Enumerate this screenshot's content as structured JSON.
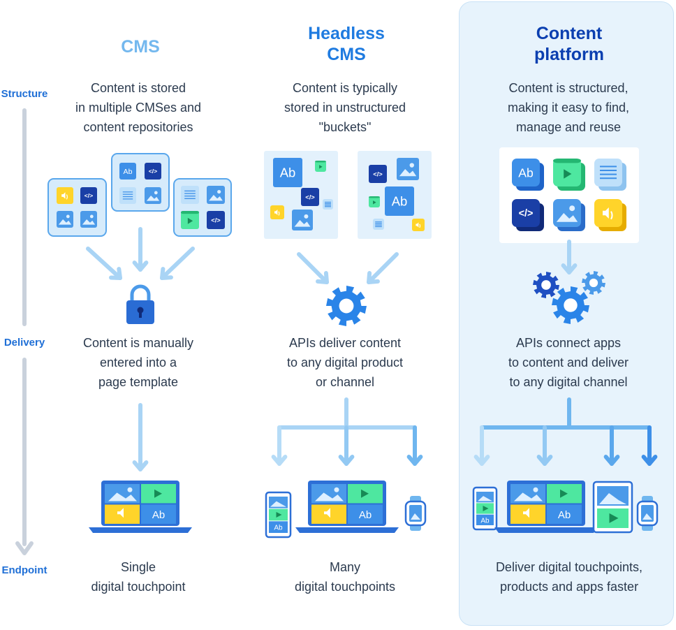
{
  "axis": {
    "structure": "Structure",
    "delivery": "Delivery",
    "endpoint": "Endpoint"
  },
  "columns": [
    {
      "title_lines": [
        "CMS"
      ],
      "structure_lines": [
        "Content is stored",
        "in multiple CMSes and",
        "content repositories"
      ],
      "delivery_lines": [
        "Content is manually",
        "entered into a",
        "page template"
      ],
      "endpoint_lines": [
        "Single",
        "digital touchpoint"
      ]
    },
    {
      "title_lines": [
        "Headless",
        "CMS"
      ],
      "structure_lines": [
        "Content is typically",
        "stored in unstructured",
        "\"buckets\""
      ],
      "delivery_lines": [
        "APIs deliver content",
        "to any digital product",
        "or channel"
      ],
      "endpoint_lines": [
        "Many",
        "digital touchpoints"
      ]
    },
    {
      "title_lines": [
        "Content",
        "platform"
      ],
      "structure_lines": [
        "Content is structured,",
        "making it easy to find,",
        "manage and reuse"
      ],
      "delivery_lines": [
        "APIs connect apps",
        "to content and deliver",
        "to any digital channel"
      ],
      "endpoint_lines": [
        "Deliver digital touchpoints,",
        "products and apps faster"
      ]
    }
  ],
  "tile_labels": {
    "text": "Ab",
    "code": "</>"
  },
  "colors": {
    "accent_dark": "#0b57d0",
    "accent_light": "#6fb6ef",
    "arrow": "#a9d4f5",
    "panel": "#e7f3fc",
    "yellow": "#ffd42a",
    "green": "#4ee7a0",
    "navy": "#1a3fa6"
  }
}
